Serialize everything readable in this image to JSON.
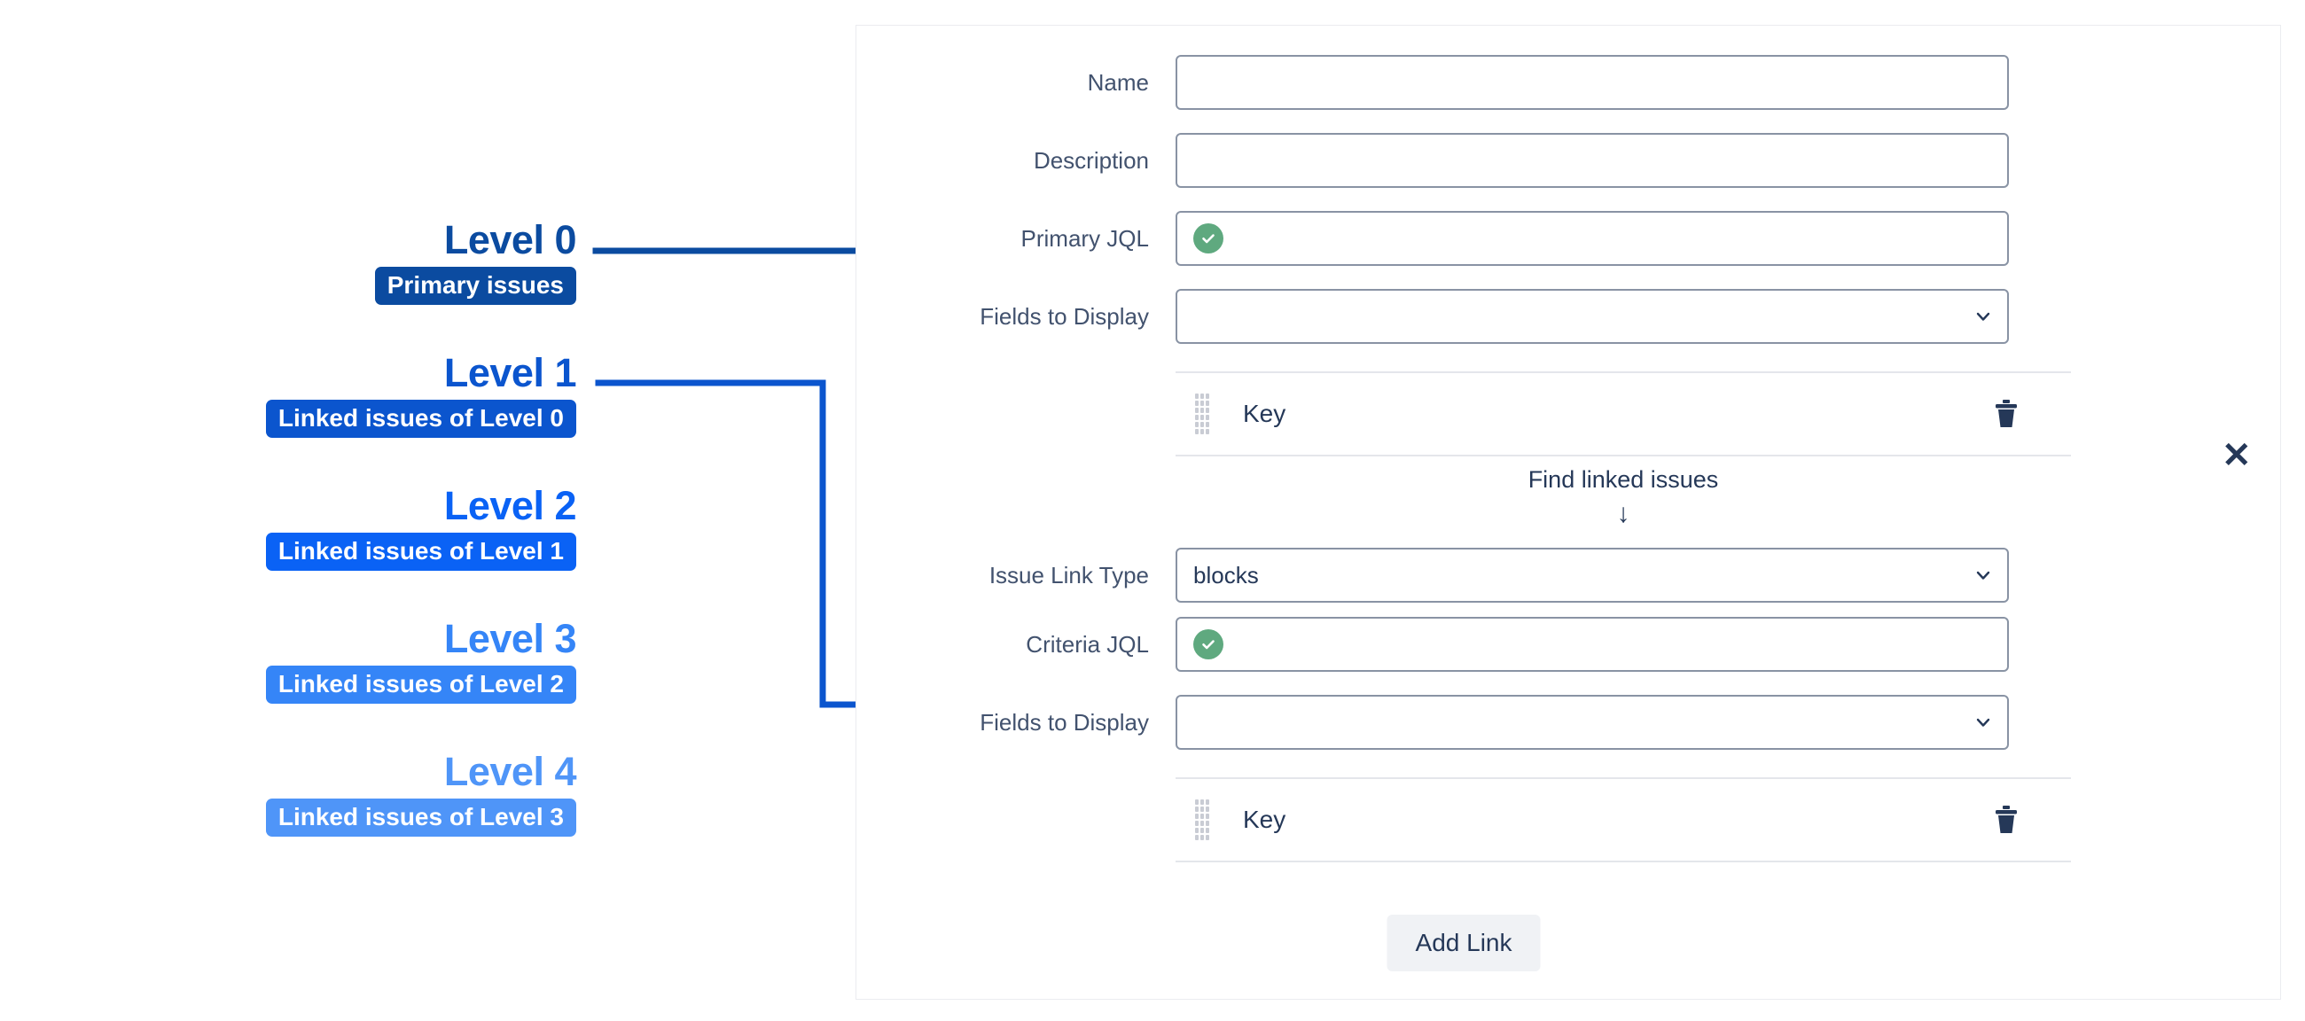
{
  "diagram": {
    "levels": [
      {
        "title": "Level 0",
        "badge": "Primary issues",
        "title_color": "#0b4ba0",
        "badge_color": "#0b4ba0"
      },
      {
        "title": "Level 1",
        "badge": "Linked issues of Level 0",
        "title_color": "#0b55ce",
        "badge_color": "#0b55ce"
      },
      {
        "title": "Level 2",
        "badge": "Linked issues of Level 1",
        "title_color": "#0a62f5",
        "badge_color": "#0a62f5"
      },
      {
        "title": "Level 3",
        "badge": "Linked issues of Level 2",
        "title_color": "#3585f7",
        "badge_color": "#3585f7"
      },
      {
        "title": "Level 4",
        "badge": "Linked issues of Level 3",
        "title_color": "#4f95f8",
        "badge_color": "#4f95f8"
      }
    ],
    "connector_colors": {
      "level0": "#0b4ba0",
      "level1": "#0b55ce"
    }
  },
  "panel": {
    "close_label": "✕",
    "primary_section": {
      "name": {
        "label": "Name",
        "value": "",
        "placeholder": ""
      },
      "description": {
        "label": "Description",
        "value": "",
        "placeholder": ""
      },
      "primary_jql": {
        "label": "Primary JQL",
        "value": "",
        "placeholder": "",
        "status": "valid"
      },
      "fields_to_display": {
        "label": "Fields to Display",
        "value": "",
        "options": []
      },
      "selected_fields": [
        {
          "name": "Key"
        }
      ]
    },
    "divider": {
      "text": "Find linked issues",
      "arrow": "↓"
    },
    "link_section": {
      "issue_link_type": {
        "label": "Issue Link Type",
        "value": "blocks",
        "options": [
          "blocks"
        ]
      },
      "criteria_jql": {
        "label": "Criteria JQL",
        "value": "",
        "placeholder": "",
        "status": "valid"
      },
      "fields_to_display": {
        "label": "Fields to Display",
        "value": "",
        "options": []
      },
      "selected_fields": [
        {
          "name": "Key"
        }
      ]
    },
    "add_link_label": "Add Link"
  },
  "colors": {
    "label_text": "#42526e",
    "value_text": "#253858",
    "field_border": "#8993a4",
    "row_border": "#e4e6eb",
    "valid_green": "#5fa97f",
    "button_bg": "#f0f2f5",
    "panel_border": "#ebecf0"
  }
}
